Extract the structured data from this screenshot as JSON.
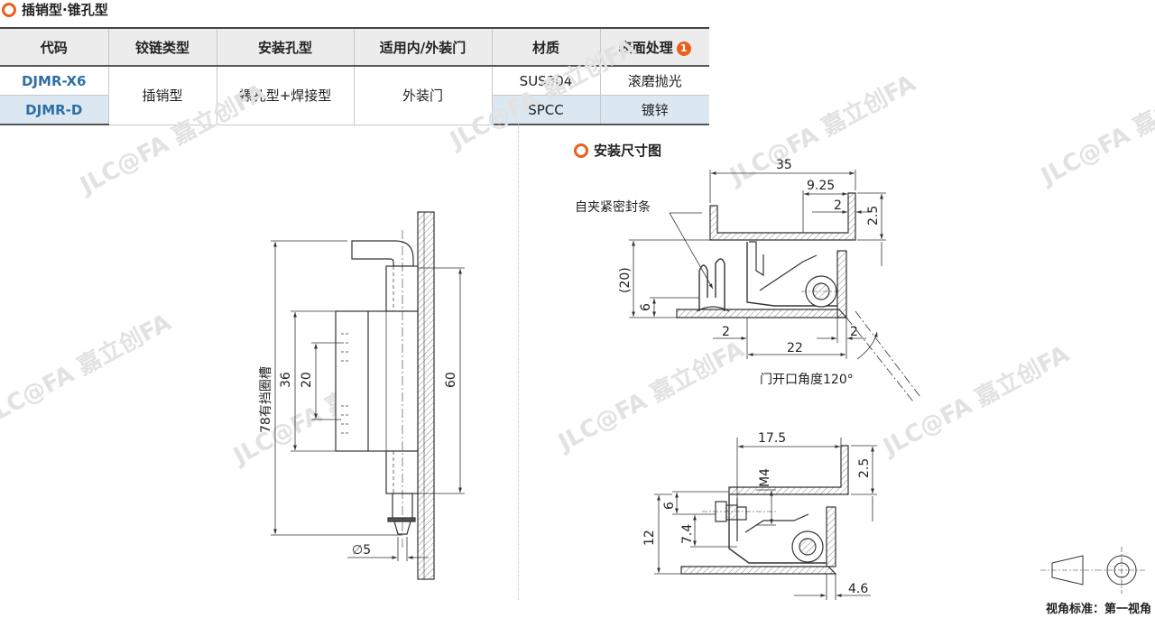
{
  "section_title": "插销型·锥孔型",
  "table": {
    "headers": [
      "代码",
      "铰链类型",
      "安装孔型",
      "适用内/外装门",
      "材质",
      "表面处理"
    ],
    "badge": "1",
    "rows": [
      {
        "code": "DJMR-X6",
        "material": "SUS304",
        "finish": "滚磨抛光"
      },
      {
        "code": "DJMR-D",
        "material": "SPCC",
        "finish": "镀锌"
      }
    ],
    "hinge_type": "插销型",
    "hole_type": "螺孔型+焊接型",
    "door_type": "外装门"
  },
  "install_title": "安装尺寸图",
  "left_drawing": {
    "dim_78": "78有挡圈槽",
    "dim_36": "36",
    "dim_20": "20",
    "dim_60": "60",
    "dim_5": "∅5"
  },
  "top_right": {
    "dim_35": "35",
    "dim_925": "9.25",
    "dim_2a": "2",
    "dim_25": "2.5",
    "label_seal": "自夹紧密封条",
    "dim_20p": "(20)",
    "dim_6": "6",
    "dim_2b": "2",
    "dim_22": "22",
    "dim_2c": "2",
    "label_angle": "门开口角度120°"
  },
  "bottom_right": {
    "dim_175": "17.5",
    "dim_m4": "M4",
    "dim_25": "2.5",
    "dim_6": "6",
    "dim_74": "7.4",
    "dim_12": "12",
    "dim_46": "4.6"
  },
  "view_label": "视角标准：第一视角",
  "watermark": "JLC@FA 嘉立创FA"
}
